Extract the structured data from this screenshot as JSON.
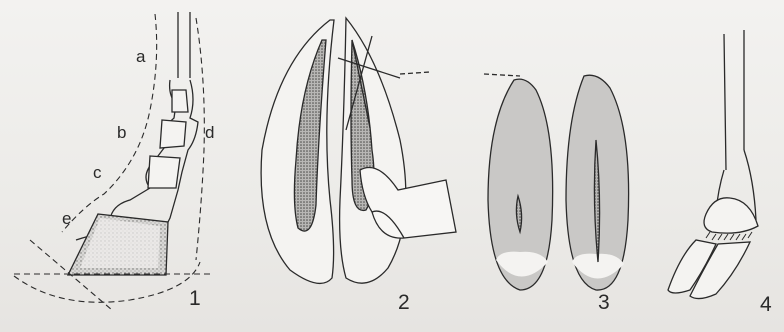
{
  "figure": {
    "panels": [
      {
        "number": "1",
        "callouts": [
          "a",
          "b",
          "c",
          "d",
          "e"
        ]
      },
      {
        "number": "2"
      },
      {
        "number": "3"
      },
      {
        "number": "4"
      }
    ]
  },
  "colors": {
    "paper": "#ecebe9",
    "ink": "#2a2a2a",
    "grey_tone": "#c9c8c6",
    "light_tone": "#f4f3f1"
  }
}
